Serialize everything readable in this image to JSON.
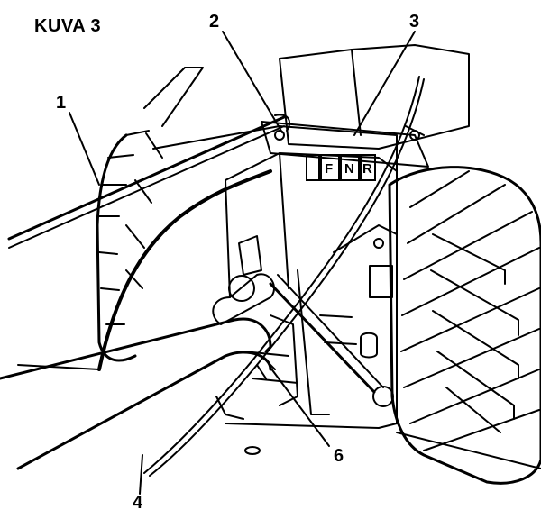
{
  "figure": {
    "caption": "KUVA 3",
    "callouts": [
      {
        "id": "1",
        "label": "1"
      },
      {
        "id": "2",
        "label": "2"
      },
      {
        "id": "3",
        "label": "3"
      },
      {
        "id": "4",
        "label": "4"
      },
      {
        "id": "6",
        "label": "6"
      }
    ],
    "gear_positions": [
      "F",
      "N",
      "R"
    ]
  },
  "colors": {
    "ink": "#000000",
    "paper": "#ffffff"
  }
}
